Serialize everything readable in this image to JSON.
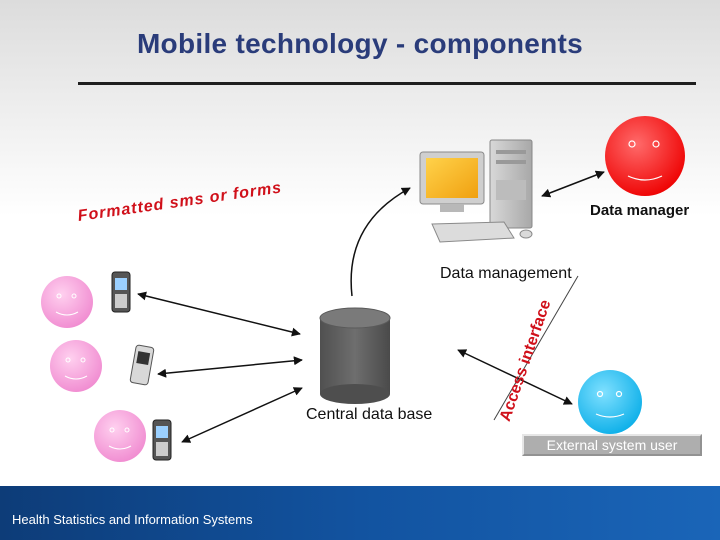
{
  "slide": {
    "title": "Mobile technology - components",
    "footer": "Health Statistics and Information Systems"
  },
  "labels": {
    "formatted_sms": "Formatted sms or forms",
    "data_manager": "Data manager",
    "data_management": "Data management",
    "central_database": "Central data base",
    "access_interface": "Access interface",
    "external_system_user": "External system user"
  },
  "colors": {
    "title": "#2a3c7a",
    "accent_red": "#d0101a",
    "face_red": "#ff1a1a",
    "face_pink": "#f49ad6",
    "face_cyan": "#18bdf0",
    "database": "#5f5f5f",
    "footer_blue": "#1253a0"
  },
  "icons": {
    "actors": [
      "smiley-face-icon",
      "mobile-phone-icon",
      "desktop-computer-icon",
      "database-cylinder-icon"
    ]
  }
}
